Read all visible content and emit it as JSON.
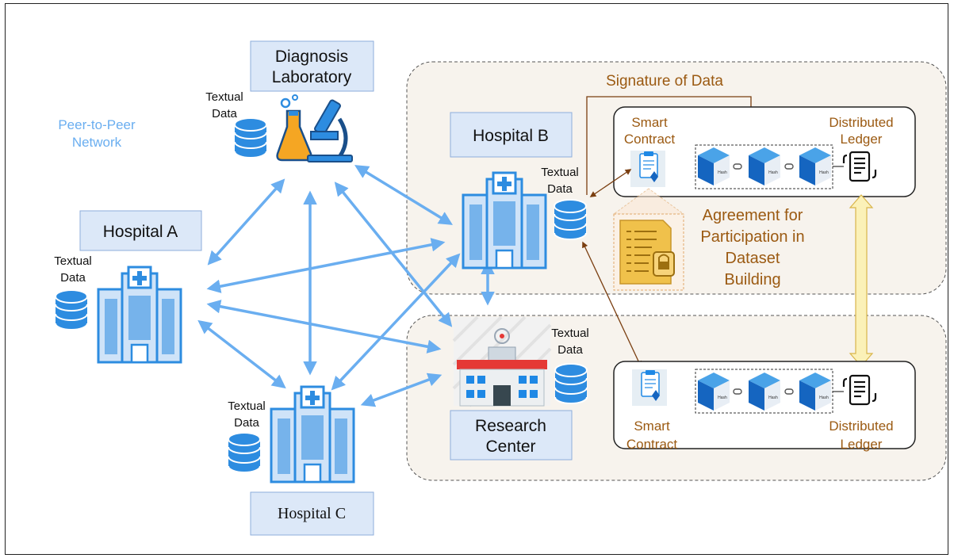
{
  "network_label_line1": "Peer-to-Peer",
  "network_label_line2": "Network",
  "nodes": {
    "diagnosis_lab": {
      "title_line1": "Diagnosis",
      "title_line2": "Laboratory",
      "data_line1": "Textual",
      "data_line2": "Data"
    },
    "hospital_a": {
      "title": "Hospital A",
      "data_line1": "Textual",
      "data_line2": "Data"
    },
    "hospital_b": {
      "title": "Hospital B",
      "data_line1": "Textual",
      "data_line2": "Data"
    },
    "hospital_c": {
      "title": "Hospital C",
      "data_line1": "Textual",
      "data_line2": "Data"
    },
    "research_center": {
      "title_line1": "Research",
      "title_line2": "Center",
      "data_line1": "Textual",
      "data_line2": "Data"
    }
  },
  "blockchain_top": {
    "signature_label": "Signature of Data",
    "smart_contract_line1": "Smart",
    "smart_contract_line2": "Contract",
    "ledger_line1": "Distributed",
    "ledger_line2": "Ledger",
    "block_hash_label": "Hash",
    "agreement_lines": [
      "Agreement for",
      "Participation in",
      "Dataset",
      "Building"
    ]
  },
  "blockchain_bottom": {
    "smart_contract_line1": "Smart",
    "smart_contract_line2": "Contract",
    "ledger_line1": "Distributed",
    "ledger_line2": "Ledger",
    "block_hash_label": "Hash"
  },
  "colors": {
    "network_blue": "#6aaef0",
    "label_box_fill": "#dce8f8",
    "label_box_stroke": "#8eaedb",
    "accent_brown": "#9b5a12",
    "panel_fill": "#f7f3ed",
    "block_blue": "#1f7fd0",
    "agreement_gold": "#d9a93a"
  }
}
